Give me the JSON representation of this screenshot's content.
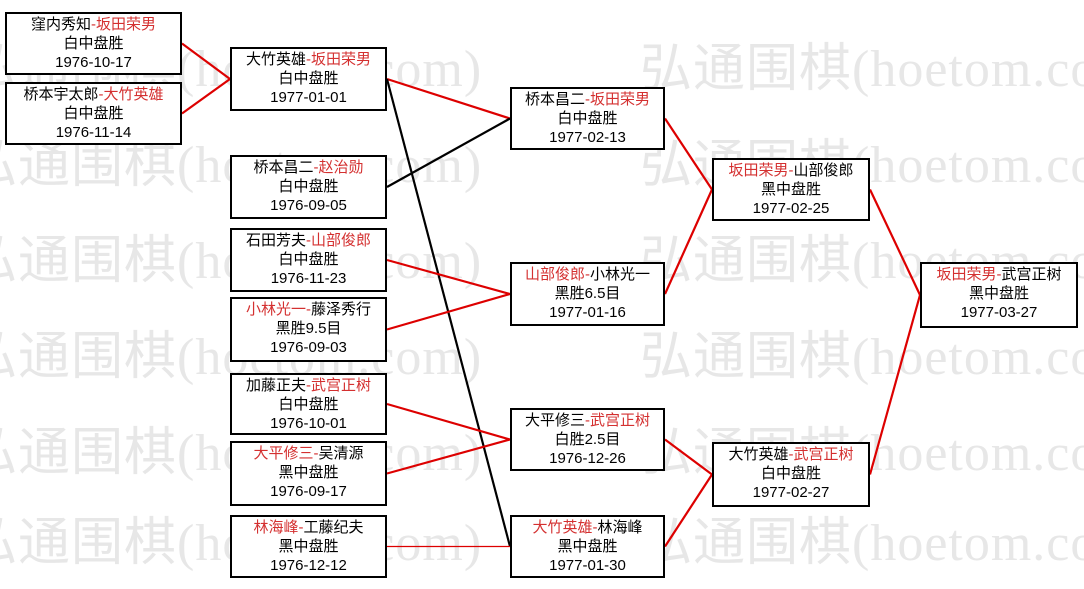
{
  "diagram_title": "围棋淘汰赛对阵图 (Go tournament bracket)",
  "watermark": {
    "text": "弘通围棋(hoetom.com)",
    "color": "#e7e7e7"
  },
  "colors": {
    "red": "#dd0000",
    "black": "#000000",
    "winner_text": "#d43030"
  },
  "dash": "-",
  "matches": [
    {
      "box": "A1",
      "p1": "窪内秀知",
      "p2": "坂田荣男",
      "winner": "p2",
      "result": "白中盘胜",
      "date": "1976-10-17"
    },
    {
      "box": "A2",
      "p1": "桥本宇太郎",
      "p2": "大竹英雄",
      "winner": "p2",
      "result": "白中盘胜",
      "date": "1976-11-14"
    },
    {
      "box": "B1",
      "p1": "大竹英雄",
      "p2": "坂田荣男",
      "winner": "p2",
      "result": "白中盘胜",
      "date": "1977-01-01"
    },
    {
      "box": "B2",
      "p1": "桥本昌二",
      "p2": "赵治勋",
      "winner": "p2",
      "result": "白中盘胜",
      "date": "1976-09-05"
    },
    {
      "box": "B3",
      "p1": "石田芳夫",
      "p2": "山部俊郎",
      "winner": "p2",
      "result": "白中盘胜",
      "date": "1976-11-23"
    },
    {
      "box": "B4",
      "p1": "小林光一",
      "p2": "藤泽秀行",
      "winner": "p1",
      "result": "黑胜9.5目",
      "date": "1976-09-03"
    },
    {
      "box": "B5",
      "p1": "加藤正夫",
      "p2": "武宫正树",
      "winner": "p2",
      "result": "白中盘胜",
      "date": "1976-10-01"
    },
    {
      "box": "B6",
      "p1": "大平修三",
      "p2": "吴清源",
      "winner": "p1",
      "result": "黑中盘胜",
      "date": "1976-09-17"
    },
    {
      "box": "B7",
      "p1": "林海峰",
      "p2": "工藤纪夫",
      "winner": "p1",
      "result": "黑中盘胜",
      "date": "1976-12-12"
    },
    {
      "box": "C1",
      "p1": "桥本昌二",
      "p2": "坂田荣男",
      "winner": "p2",
      "result": "白中盘胜",
      "date": "1977-02-13"
    },
    {
      "box": "C2",
      "p1": "山部俊郎",
      "p2": "小林光一",
      "winner": "p1",
      "result": "黑胜6.5目",
      "date": "1977-01-16"
    },
    {
      "box": "C3",
      "p1": "大平修三",
      "p2": "武宫正树",
      "winner": "p2",
      "result": "白胜2.5目",
      "date": "1976-12-26"
    },
    {
      "box": "C4",
      "p1": "大竹英雄",
      "p2": "林海峰",
      "winner": "p1",
      "result": "黑中盘胜",
      "date": "1977-01-30"
    },
    {
      "box": "D1",
      "p1": "坂田荣男",
      "p2": "山部俊郎",
      "winner": "p1",
      "result": "黑中盘胜",
      "date": "1977-02-25"
    },
    {
      "box": "D2",
      "p1": "大竹英雄",
      "p2": "武宫正树",
      "winner": "p2",
      "result": "白中盘胜",
      "date": "1977-02-27"
    },
    {
      "box": "E1",
      "p1": "坂田荣男",
      "p2": "武宫正树",
      "winner": "p1",
      "result": "黑中盘胜",
      "date": "1977-03-27"
    }
  ],
  "edges": [
    {
      "from": "A1",
      "to": "B1",
      "color": "red"
    },
    {
      "from": "A2",
      "to": "B1",
      "color": "red"
    },
    {
      "from": "B1",
      "to": "C1",
      "color": "red"
    },
    {
      "from": "B1",
      "to": "C4",
      "color": "black"
    },
    {
      "from": "B2",
      "to": "C1",
      "color": "black"
    },
    {
      "from": "B3",
      "to": "C2",
      "color": "red"
    },
    {
      "from": "B4",
      "to": "C2",
      "color": "red"
    },
    {
      "from": "B5",
      "to": "C3",
      "color": "red"
    },
    {
      "from": "B6",
      "to": "C3",
      "color": "red"
    },
    {
      "from": "B7",
      "to": "C4",
      "color": "red",
      "width": 1.3
    },
    {
      "from": "C1",
      "to": "D1",
      "color": "red"
    },
    {
      "from": "C2",
      "to": "D1",
      "color": "red"
    },
    {
      "from": "C3",
      "to": "D2",
      "color": "red"
    },
    {
      "from": "C4",
      "to": "D2",
      "color": "red"
    },
    {
      "from": "D1",
      "to": "E1",
      "color": "red"
    },
    {
      "from": "D2",
      "to": "E1",
      "color": "red"
    }
  ]
}
